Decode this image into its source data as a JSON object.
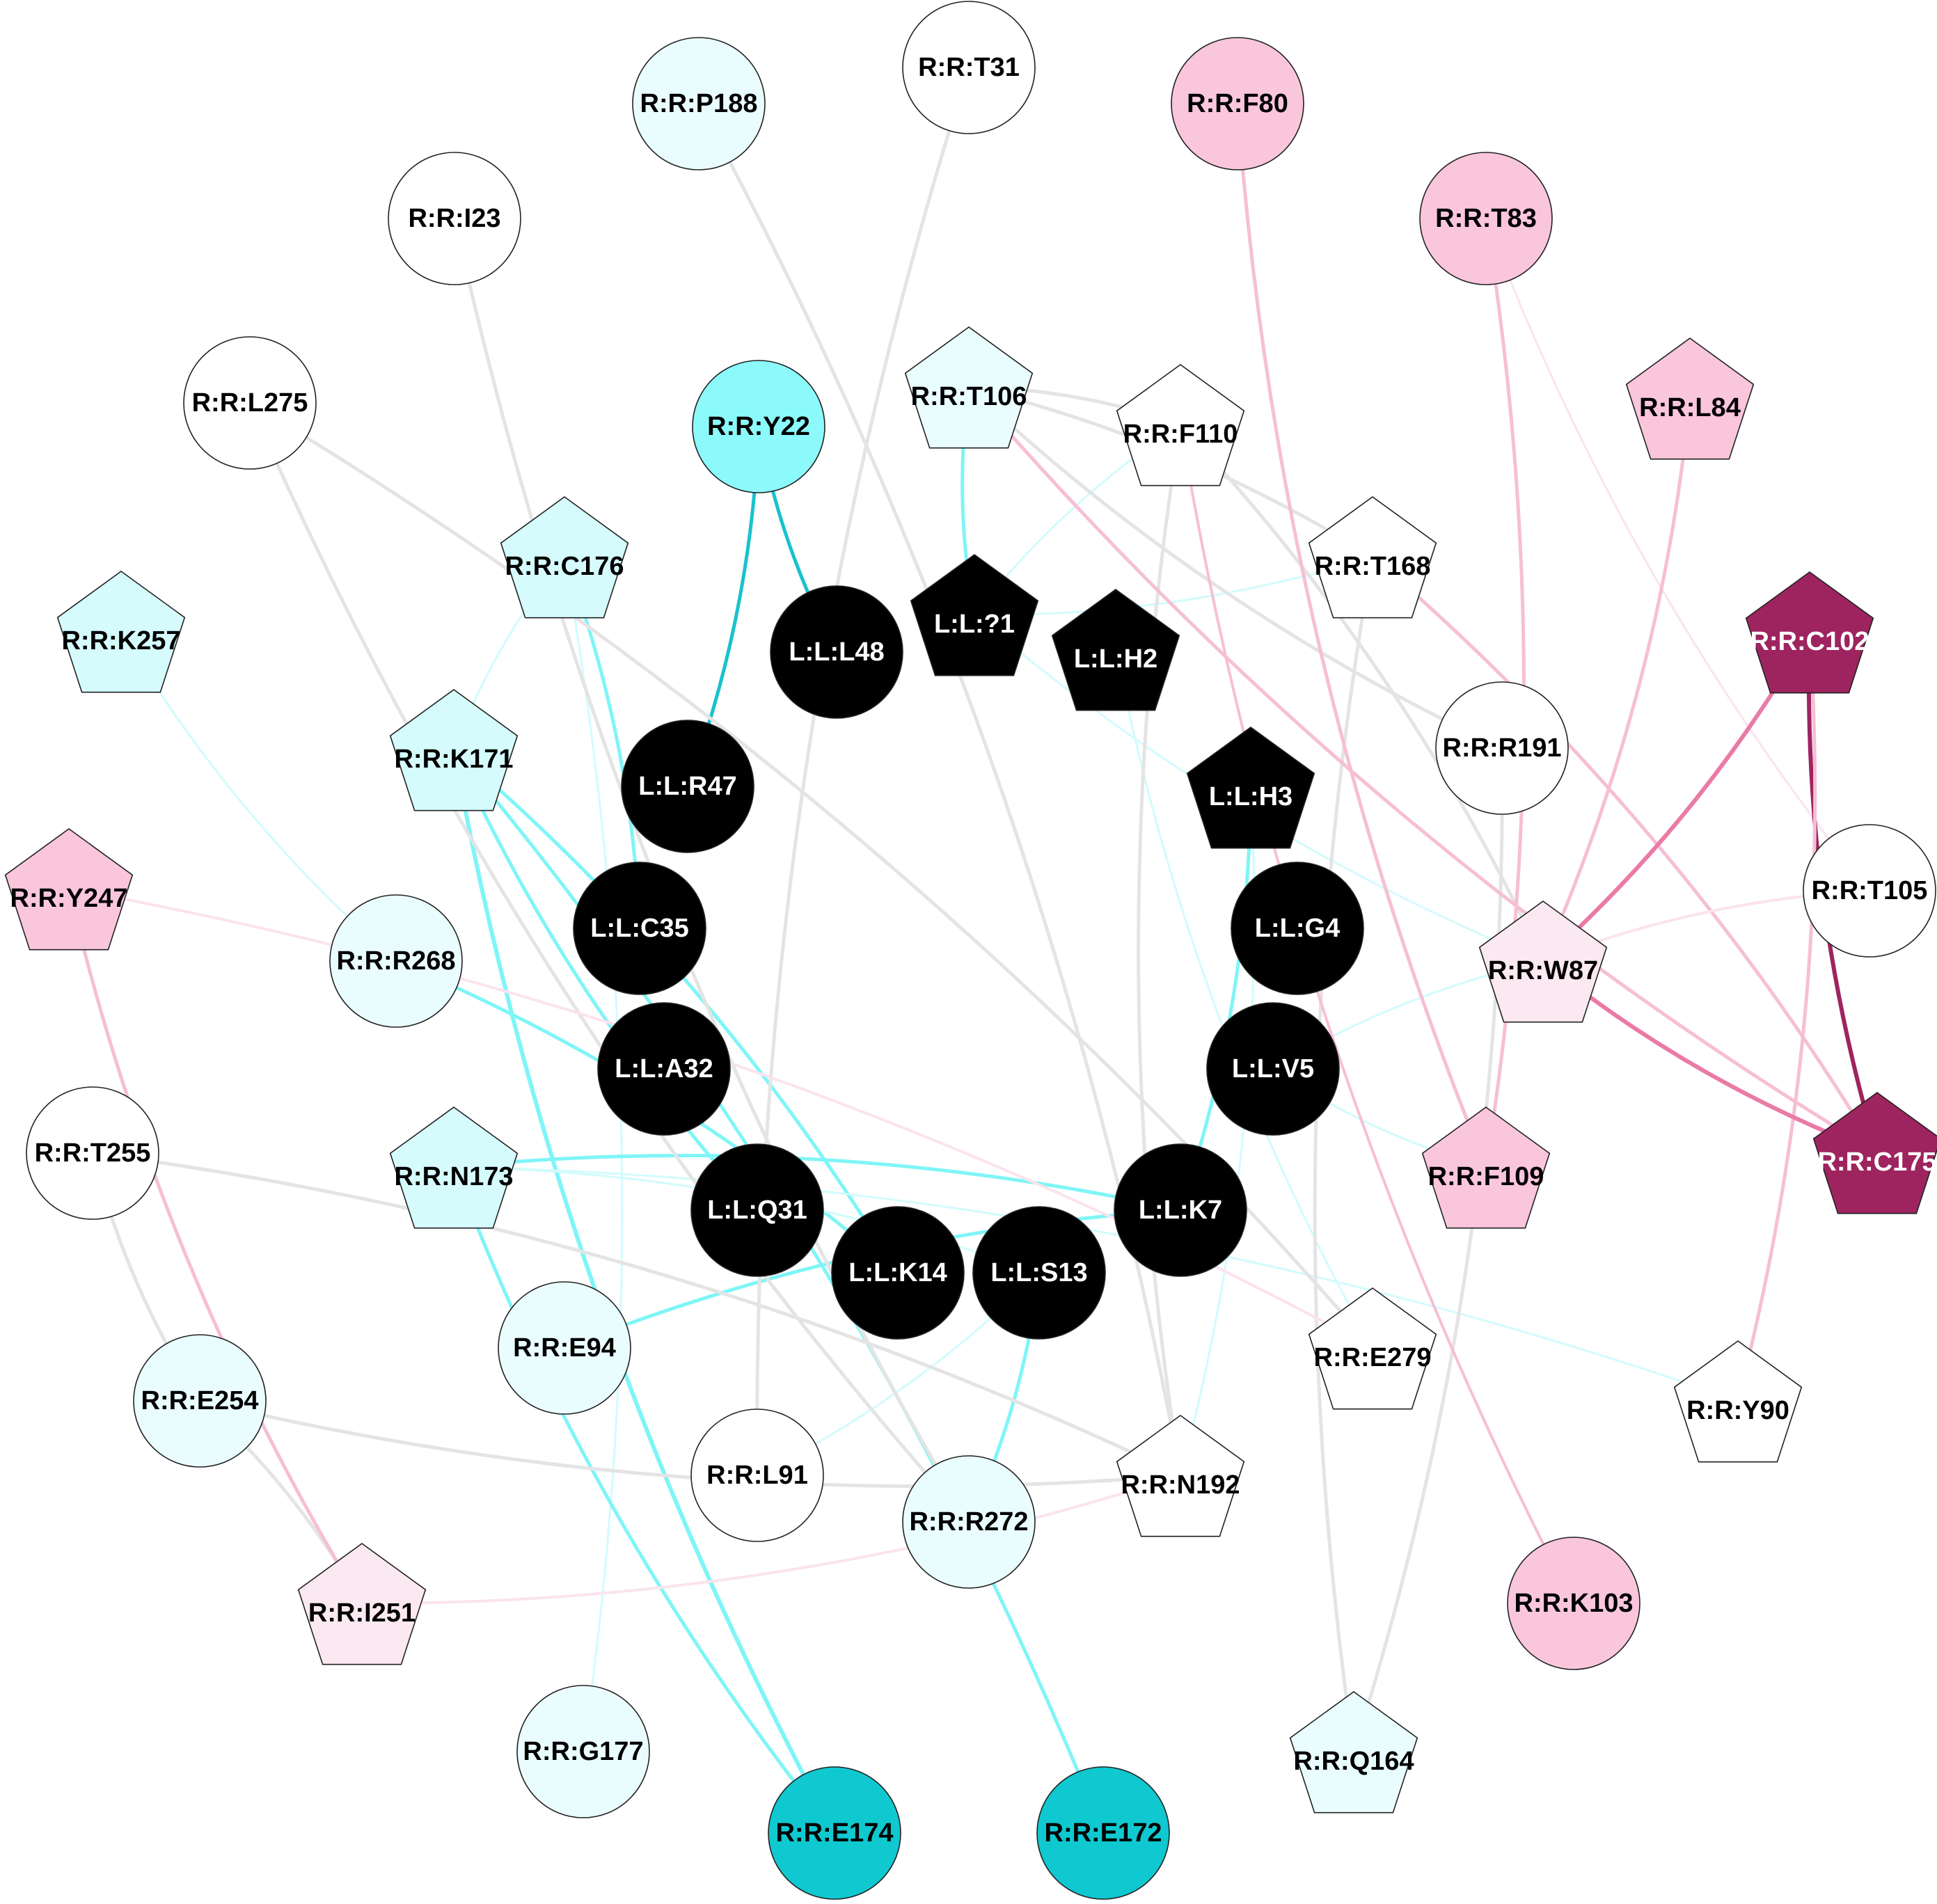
{
  "colors": {
    "ligand": "#000000",
    "cyan_strong": "#10c8d0",
    "cyan_mid": "#8cf9fb",
    "cyan_light": "#d5fbfd",
    "cyan_faint": "#eafdfe",
    "pink_strong": "#9e2460",
    "pink_mid": "#f9c6dc",
    "pink_light": "#fbe9f1",
    "white": "#ffffff",
    "edge_grey": "#e4e4e4",
    "edge_cyan": "#7ff5f7",
    "edge_cyan_dark": "#18c2cc",
    "edge_cyan_light": "#d2fbfd",
    "edge_pink": "#f6bfd4",
    "edge_pink_light": "#fbe3ed",
    "edge_pink_mid": "#ea7aa6",
    "edge_pink_dark": "#9e2460"
  },
  "nodes": [
    {
      "id": "R:R:T31",
      "shape": "circle",
      "fill": "white",
      "text": "#000"
    },
    {
      "id": "R:R:P188",
      "shape": "circle",
      "fill": "cyan_faint",
      "text": "#000"
    },
    {
      "id": "R:R:F80",
      "shape": "circle",
      "fill": "pink_mid",
      "text": "#000"
    },
    {
      "id": "R:R:I23",
      "shape": "circle",
      "fill": "white",
      "text": "#000"
    },
    {
      "id": "R:R:T83",
      "shape": "circle",
      "fill": "pink_mid",
      "text": "#000"
    },
    {
      "id": "R:R:L275",
      "shape": "circle",
      "fill": "white",
      "text": "#000"
    },
    {
      "id": "R:R:Y22",
      "shape": "circle",
      "fill": "cyan_mid",
      "text": "#000"
    },
    {
      "id": "R:R:T106",
      "shape": "pentagon",
      "fill": "cyan_faint",
      "text": "#000"
    },
    {
      "id": "R:R:F110",
      "shape": "pentagon",
      "fill": "white",
      "text": "#000"
    },
    {
      "id": "R:R:L84",
      "shape": "pentagon",
      "fill": "pink_mid",
      "text": "#000"
    },
    {
      "id": "R:R:C176",
      "shape": "pentagon",
      "fill": "cyan_light",
      "text": "#000"
    },
    {
      "id": "R:R:T168",
      "shape": "pentagon",
      "fill": "white",
      "text": "#000"
    },
    {
      "id": "L:L:?1",
      "shape": "pentagon",
      "fill": "ligand",
      "text": "#fff"
    },
    {
      "id": "L:L:H2",
      "shape": "pentagon",
      "fill": "ligand",
      "text": "#fff"
    },
    {
      "id": "R:R:K257",
      "shape": "pentagon",
      "fill": "cyan_light",
      "text": "#000"
    },
    {
      "id": "L:L:L48",
      "shape": "circle",
      "fill": "ligand",
      "text": "#fff"
    },
    {
      "id": "R:R:C102",
      "shape": "pentagon",
      "fill": "pink_strong",
      "text": "#fff"
    },
    {
      "id": "R:R:K171",
      "shape": "pentagon",
      "fill": "cyan_light",
      "text": "#000"
    },
    {
      "id": "R:R:R191",
      "shape": "circle",
      "fill": "white",
      "text": "#000"
    },
    {
      "id": "L:L:R47",
      "shape": "circle",
      "fill": "ligand",
      "text": "#fff"
    },
    {
      "id": "L:L:H3",
      "shape": "pentagon",
      "fill": "ligand",
      "text": "#fff"
    },
    {
      "id": "R:R:Y247",
      "shape": "pentagon",
      "fill": "pink_mid",
      "text": "#000"
    },
    {
      "id": "R:R:T105",
      "shape": "circle",
      "fill": "white",
      "text": "#000"
    },
    {
      "id": "L:L:C35",
      "shape": "circle",
      "fill": "ligand",
      "text": "#fff"
    },
    {
      "id": "L:L:G4",
      "shape": "circle",
      "fill": "ligand",
      "text": "#fff"
    },
    {
      "id": "R:R:R268",
      "shape": "circle",
      "fill": "cyan_faint",
      "text": "#000"
    },
    {
      "id": "R:R:W87",
      "shape": "pentagon",
      "fill": "pink_light",
      "text": "#000"
    },
    {
      "id": "L:L:A32",
      "shape": "circle",
      "fill": "ligand",
      "text": "#fff"
    },
    {
      "id": "L:L:V5",
      "shape": "circle",
      "fill": "ligand",
      "text": "#fff"
    },
    {
      "id": "R:R:T255",
      "shape": "circle",
      "fill": "white",
      "text": "#000"
    },
    {
      "id": "R:R:N173",
      "shape": "pentagon",
      "fill": "cyan_light",
      "text": "#000"
    },
    {
      "id": "R:R:F109",
      "shape": "pentagon",
      "fill": "pink_mid",
      "text": "#000"
    },
    {
      "id": "R:R:C175",
      "shape": "pentagon",
      "fill": "pink_strong",
      "text": "#fff"
    },
    {
      "id": "L:L:Q31",
      "shape": "circle",
      "fill": "ligand",
      "text": "#fff"
    },
    {
      "id": "L:L:K7",
      "shape": "circle",
      "fill": "ligand",
      "text": "#fff"
    },
    {
      "id": "L:L:K14",
      "shape": "circle",
      "fill": "ligand",
      "text": "#fff"
    },
    {
      "id": "L:L:S13",
      "shape": "circle",
      "fill": "ligand",
      "text": "#fff"
    },
    {
      "id": "R:R:E94",
      "shape": "circle",
      "fill": "cyan_faint",
      "text": "#000"
    },
    {
      "id": "R:R:E279",
      "shape": "pentagon",
      "fill": "white",
      "text": "#000"
    },
    {
      "id": "R:R:E254",
      "shape": "circle",
      "fill": "cyan_faint",
      "text": "#000"
    },
    {
      "id": "R:R:Y90",
      "shape": "pentagon",
      "fill": "white",
      "text": "#000"
    },
    {
      "id": "R:R:L91",
      "shape": "circle",
      "fill": "white",
      "text": "#000"
    },
    {
      "id": "R:R:N192",
      "shape": "pentagon",
      "fill": "white",
      "text": "#000"
    },
    {
      "id": "R:R:R272",
      "shape": "circle",
      "fill": "cyan_faint",
      "text": "#000"
    },
    {
      "id": "R:R:I251",
      "shape": "pentagon",
      "fill": "pink_light",
      "text": "#000"
    },
    {
      "id": "R:R:K103",
      "shape": "circle",
      "fill": "pink_mid",
      "text": "#000"
    },
    {
      "id": "R:R:G177",
      "shape": "circle",
      "fill": "cyan_faint",
      "text": "#000"
    },
    {
      "id": "R:R:Q164",
      "shape": "pentagon",
      "fill": "cyan_faint",
      "text": "#000"
    },
    {
      "id": "R:R:E174",
      "shape": "circle",
      "fill": "cyan_strong",
      "text": "#000"
    },
    {
      "id": "R:R:E172",
      "shape": "circle",
      "fill": "cyan_strong",
      "text": "#000"
    }
  ],
  "edges": [
    {
      "s": "R:R:Y22",
      "t": "L:L:L48",
      "color": "edge_cyan_dark",
      "w": 5
    },
    {
      "s": "R:R:Y22",
      "t": "L:L:R47",
      "color": "edge_cyan_dark",
      "w": 5
    },
    {
      "s": "R:R:T106",
      "t": "L:L:?1",
      "color": "edge_cyan",
      "w": 5
    },
    {
      "s": "R:R:C176",
      "t": "L:L:C35",
      "color": "edge_cyan",
      "w": 5
    },
    {
      "s": "R:R:C176",
      "t": "R:R:K171",
      "color": "edge_cyan_light",
      "w": 3
    },
    {
      "s": "R:R:C176",
      "t": "R:R:G177",
      "color": "edge_cyan_light",
      "w": 3
    },
    {
      "s": "R:R:K171",
      "t": "L:L:Q31",
      "color": "edge_cyan",
      "w": 5
    },
    {
      "s": "R:R:K171",
      "t": "L:L:K14",
      "color": "edge_cyan",
      "w": 5
    },
    {
      "s": "R:R:K171",
      "t": "R:R:E174",
      "color": "edge_cyan",
      "w": 6
    },
    {
      "s": "R:R:K171",
      "t": "R:R:E172",
      "color": "edge_cyan",
      "w": 5
    },
    {
      "s": "R:R:K171",
      "t": "R:R:E174",
      "color": "edge_cyan",
      "w": 4
    },
    {
      "s": "R:R:R268",
      "t": "L:L:K14",
      "color": "edge_cyan",
      "w": 5
    },
    {
      "s": "R:R:K257",
      "t": "R:R:R268",
      "color": "edge_cyan_light",
      "w": 3
    },
    {
      "s": "R:R:N173",
      "t": "L:L:K7",
      "color": "edge_cyan",
      "w": 5
    },
    {
      "s": "R:R:N173",
      "t": "R:R:E174",
      "color": "edge_cyan",
      "w": 5
    },
    {
      "s": "R:R:E94",
      "t": "L:L:K7",
      "color": "edge_cyan",
      "w": 5
    },
    {
      "s": "R:R:R272",
      "t": "L:L:S13",
      "color": "edge_cyan",
      "w": 5
    },
    {
      "s": "L:L:H3",
      "t": "L:L:K7",
      "color": "edge_cyan",
      "w": 5
    },
    {
      "s": "L:L:H2",
      "t": "R:R:E279",
      "color": "edge_cyan_light",
      "w": 3
    },
    {
      "s": "L:L:H3",
      "t": "R:R:N192",
      "color": "edge_cyan_light",
      "w": 3
    },
    {
      "s": "L:L:?1",
      "t": "R:R:T168",
      "color": "edge_cyan_light",
      "w": 3
    },
    {
      "s": "L:L:?1",
      "t": "R:R:F110",
      "color": "edge_cyan_light",
      "w": 3
    },
    {
      "s": "L:L:?1",
      "t": "R:R:W87",
      "color": "edge_cyan_light",
      "w": 3
    },
    {
      "s": "L:L:V5",
      "t": "R:R:W87",
      "color": "edge_cyan_light",
      "w": 3
    },
    {
      "s": "L:L:V5",
      "t": "R:R:F109",
      "color": "edge_cyan_light",
      "w": 3
    },
    {
      "s": "L:L:S13",
      "t": "R:R:L91",
      "color": "edge_cyan_light",
      "w": 3
    },
    {
      "s": "L:L:S13",
      "t": "R:R:N173",
      "color": "edge_cyan_light",
      "w": 3
    },
    {
      "s": "R:R:N173",
      "t": "R:R:Y90",
      "color": "edge_cyan_light",
      "w": 3
    },
    {
      "s": "R:R:T31",
      "t": "R:R:L91",
      "color": "edge_grey",
      "w": 5
    },
    {
      "s": "R:R:P188",
      "t": "R:R:N192",
      "color": "edge_grey",
      "w": 5
    },
    {
      "s": "R:R:I23",
      "t": "R:R:R272",
      "color": "edge_grey",
      "w": 5
    },
    {
      "s": "R:R:L275",
      "t": "R:R:E279",
      "color": "edge_grey",
      "w": 5
    },
    {
      "s": "R:R:L275",
      "t": "R:R:R272",
      "color": "edge_grey",
      "w": 5
    },
    {
      "s": "R:R:T106",
      "t": "R:R:F110",
      "color": "edge_grey",
      "w": 5
    },
    {
      "s": "R:R:T106",
      "t": "R:R:R191",
      "color": "edge_grey",
      "w": 5
    },
    {
      "s": "R:R:T106",
      "t": "R:R:T168",
      "color": "edge_grey",
      "w": 5
    },
    {
      "s": "R:R:F110",
      "t": "R:R:N192",
      "color": "edge_grey",
      "w": 5
    },
    {
      "s": "R:R:F110",
      "t": "R:R:W87",
      "color": "edge_grey",
      "w": 5
    },
    {
      "s": "R:R:T168",
      "t": "R:R:Q164",
      "color": "edge_grey",
      "w": 5
    },
    {
      "s": "R:R:R191",
      "t": "R:R:Q164",
      "color": "edge_grey",
      "w": 5
    },
    {
      "s": "R:R:T255",
      "t": "R:R:E254",
      "color": "edge_grey",
      "w": 5
    },
    {
      "s": "R:R:T255",
      "t": "R:R:N192",
      "color": "edge_grey",
      "w": 5
    },
    {
      "s": "R:R:E254",
      "t": "R:R:N192",
      "color": "edge_grey",
      "w": 5
    },
    {
      "s": "R:R:E254",
      "t": "R:R:I251",
      "color": "edge_grey",
      "w": 5
    },
    {
      "s": "R:R:F80",
      "t": "R:R:F109",
      "color": "edge_pink",
      "w": 5
    },
    {
      "s": "R:R:T83",
      "t": "R:R:F109",
      "color": "edge_pink",
      "w": 5
    },
    {
      "s": "R:R:T83",
      "t": "R:R:T105",
      "color": "edge_pink_light",
      "w": 3
    },
    {
      "s": "R:R:L84",
      "t": "R:R:W87",
      "color": "edge_pink",
      "w": 5
    },
    {
      "s": "R:R:T106",
      "t": "R:R:C175",
      "color": "edge_pink",
      "w": 5
    },
    {
      "s": "R:R:T168",
      "t": "R:R:C175",
      "color": "edge_pink",
      "w": 5
    },
    {
      "s": "R:R:F110",
      "t": "R:R:K103",
      "color": "edge_pink",
      "w": 4
    },
    {
      "s": "R:R:C102",
      "t": "R:R:W87",
      "color": "edge_pink_mid",
      "w": 6
    },
    {
      "s": "R:R:C102",
      "t": "R:R:C175",
      "color": "edge_pink_dark",
      "w": 6
    },
    {
      "s": "R:R:C102",
      "t": "R:R:Y90",
      "color": "edge_pink",
      "w": 5
    },
    {
      "s": "R:R:W87",
      "t": "R:R:C175",
      "color": "edge_pink_mid",
      "w": 6
    },
    {
      "s": "R:R:W87",
      "t": "R:R:T105",
      "color": "edge_pink_light",
      "w": 4
    },
    {
      "s": "R:R:Y247",
      "t": "R:R:I251",
      "color": "edge_pink",
      "w": 5
    },
    {
      "s": "R:R:Y247",
      "t": "R:R:E279",
      "color": "edge_pink_light",
      "w": 4
    },
    {
      "s": "R:R:I251",
      "t": "R:R:N192",
      "color": "edge_pink_light",
      "w": 4
    }
  ]
}
